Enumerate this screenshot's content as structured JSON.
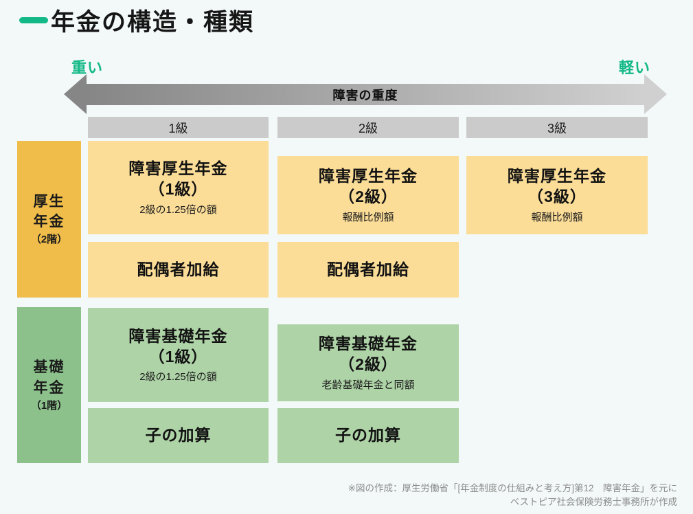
{
  "page": {
    "title": "年金の構造・種類",
    "accent_color": "#12b886",
    "background_color": "#f2f9f8"
  },
  "severity_axis": {
    "left_label": "重い",
    "right_label": "軽い",
    "axis_label": "障害の重度",
    "gradient_from": "#868686",
    "gradient_to": "#d0d0d0"
  },
  "grade_headers": [
    "1級",
    "2級",
    "3級"
  ],
  "sections": [
    {
      "id": "kosei-nenkin",
      "label_line1": "厚生",
      "label_line2": "年金",
      "label_line3": "（2階）",
      "label_color": "#f0bd4a",
      "cell_color": "#fbdd98",
      "benefit_cells": [
        {
          "title": "障害厚生年金",
          "grade": "（1級）",
          "note": "2級の1.25倍の額"
        },
        {
          "title": "障害厚生年金",
          "grade": "（2級）",
          "note": "報酬比例額"
        },
        {
          "title": "障害厚生年金",
          "grade": "（3級）",
          "note": "報酬比例額"
        }
      ],
      "addition_cells": [
        "配偶者加給",
        "配偶者加給"
      ]
    },
    {
      "id": "kiso-nenkin",
      "label_line1": "基礎",
      "label_line2": "年金",
      "label_line3": "（1階）",
      "label_color": "#8cc18b",
      "cell_color": "#aed3a7",
      "benefit_cells": [
        {
          "title": "障害基礎年金",
          "grade": "（1級）",
          "note": "2級の1.25倍の額"
        },
        {
          "title": "障害基礎年金",
          "grade": "（2級）",
          "note": "老齢基礎年金と同額"
        }
      ],
      "addition_cells": [
        "子の加算",
        "子の加算"
      ]
    }
  ],
  "footer": {
    "line1": "※図の作成：厚生労働省「[年金制度の仕組みと考え方]第12　障害年金」を元に",
    "line2": "ベストピア社会保険労務士事務所が作成"
  }
}
